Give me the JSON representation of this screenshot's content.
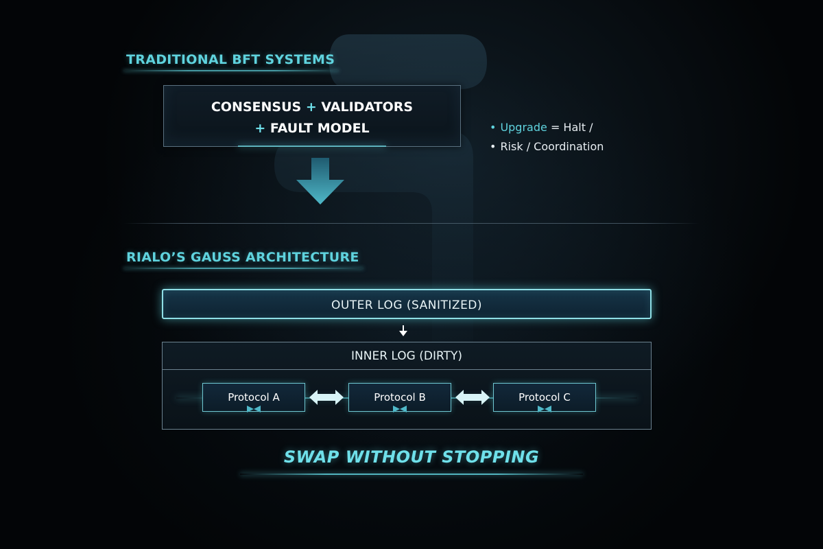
{
  "colors": {
    "accent": "#5fd3de",
    "background": "#030507",
    "text": "#ffffff"
  },
  "traditional": {
    "heading": "TRADITIONAL BFT SYSTEMS",
    "box_line1_a": "CONSENSUS",
    "box_plus": "+",
    "box_line1_b": "VALIDATORS",
    "box_line2": "FAULT MODEL",
    "bullets": {
      "item1_accent": "Upgrade",
      "item1_rest": "= Halt /",
      "item2": "Risk / Coordination"
    }
  },
  "gauss": {
    "heading": "RIALO’S GAUSS ARCHITECTURE",
    "outer_log": "OUTER LOG (SANITIZED)",
    "inner_log": "INNER LOG (DIRTY)",
    "protocols": [
      "Protocol A",
      "Protocol B",
      "Protocol C"
    ],
    "tagline": "SWAP WITHOUT STOPPING"
  }
}
